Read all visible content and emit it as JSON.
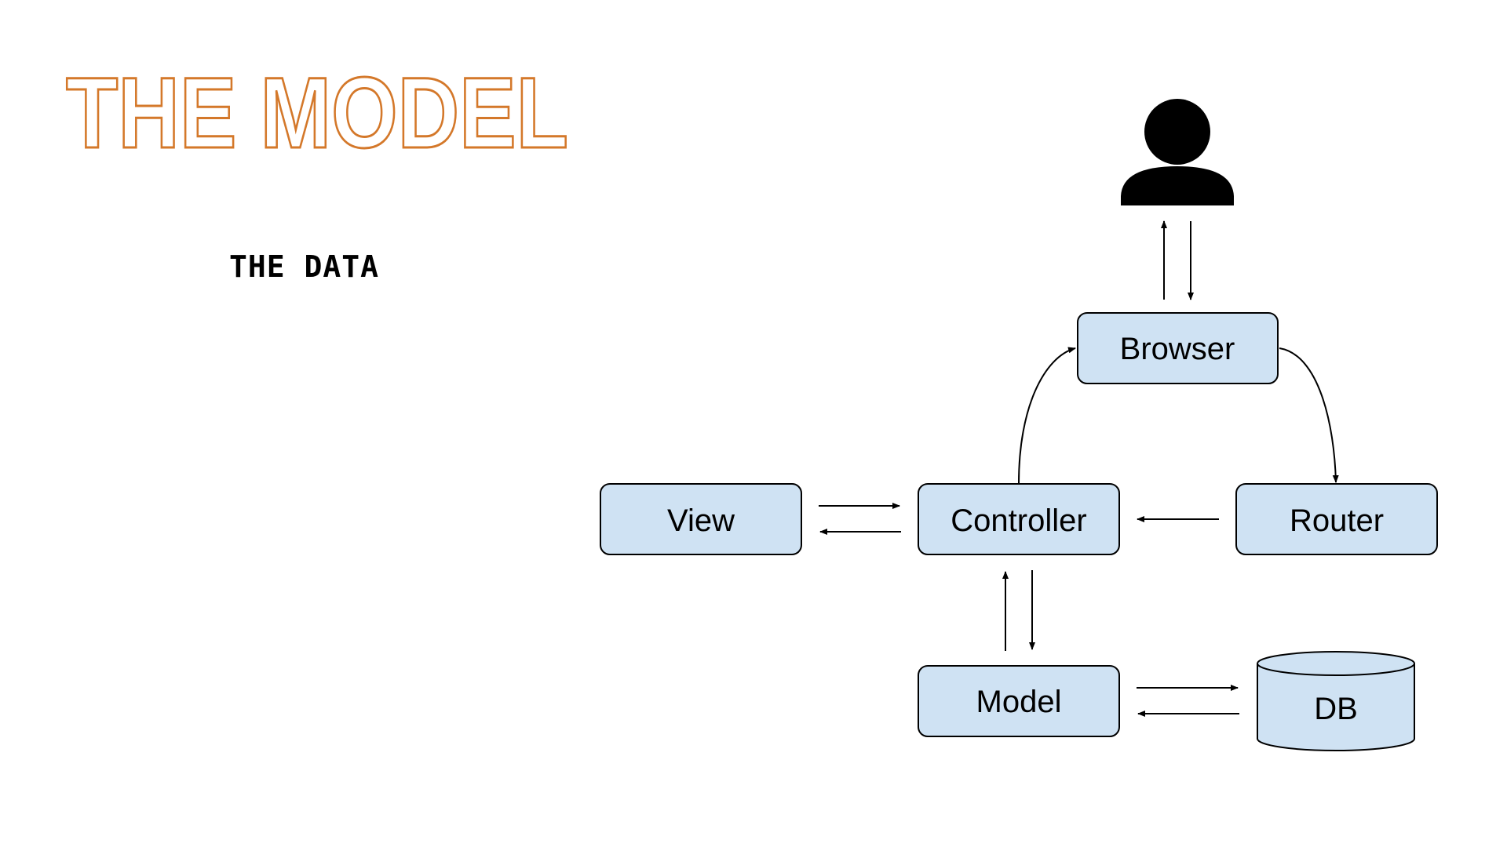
{
  "slide": {
    "title": "THE MODEL",
    "subtitle": "THE DATA"
  },
  "colors": {
    "title_outline": "#d4782a",
    "node_fill": "#cfe2f3",
    "node_stroke": "#000000",
    "arrow": "#000000"
  },
  "diagram": {
    "user_icon": "person-icon",
    "nodes": {
      "browser": "Browser",
      "view": "View",
      "controller": "Controller",
      "router": "Router",
      "model": "Model",
      "db": "DB"
    }
  }
}
